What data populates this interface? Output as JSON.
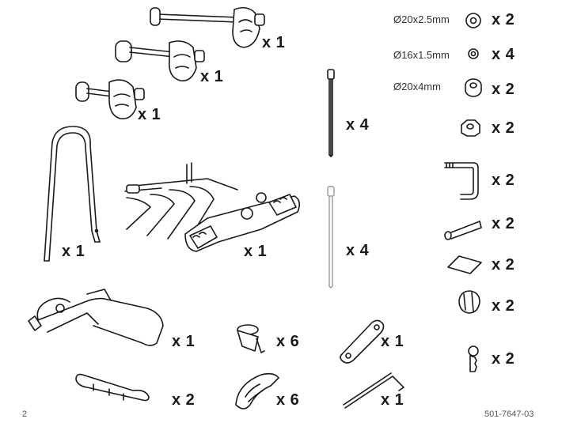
{
  "parts": {
    "arm_long": "x 1",
    "arm_mid": "x 1",
    "arm_short": "x 1",
    "frame_bar": "x 1",
    "carrier": "x 1",
    "cable_tie_black": "x 4",
    "cable_tie_clear": "x 4",
    "clamp_base": "x 1",
    "strap": "x 6",
    "lever_plate": "x 1",
    "wheel_holder": "x 2",
    "strap_buckle": "x 6",
    "hex_key": "x 1"
  },
  "hardware": [
    {
      "spec": "Ø20x2.5mm",
      "qty": "x 2"
    },
    {
      "spec": "Ø16x1.5mm",
      "qty": "x 4"
    },
    {
      "spec": "Ø20x4mm",
      "qty": "x 2"
    },
    {
      "spec": "",
      "qty": "x 2"
    },
    {
      "spec": "",
      "qty": "x 2"
    },
    {
      "spec": "",
      "qty": "x 2"
    },
    {
      "spec": "",
      "qty": "x 2"
    },
    {
      "spec": "",
      "qty": "x 2"
    },
    {
      "spec": "",
      "qty": "x 2"
    }
  ],
  "footer": {
    "page_number": "2",
    "doc_code": "501-7647-03"
  },
  "icons": [
    "washer-icon",
    "nut-icon",
    "u-bolt-icon",
    "bolt-icon",
    "pad-icon",
    "knob-icon",
    "key-icon",
    "cable-tie-icon",
    "hex-key-icon"
  ]
}
